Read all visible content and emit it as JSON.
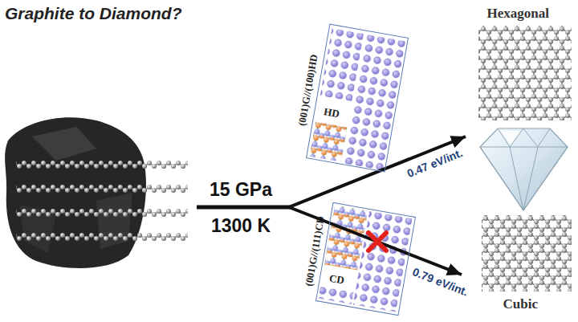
{
  "diagram": {
    "title": "Graphite to Diamond?",
    "nodes": [
      {
        "text": [
          "(001)G//(100)HD",
          "HD"
        ]
      },
      {
        "text": [
          "(001)G//(111)CD",
          "CD"
        ]
      }
    ],
    "labels": [
      "15 GPa",
      "1300 K",
      "0.47 eV/int.",
      "Hexagonal",
      "0.79 eV/int.",
      "Cubic"
    ]
  }
}
